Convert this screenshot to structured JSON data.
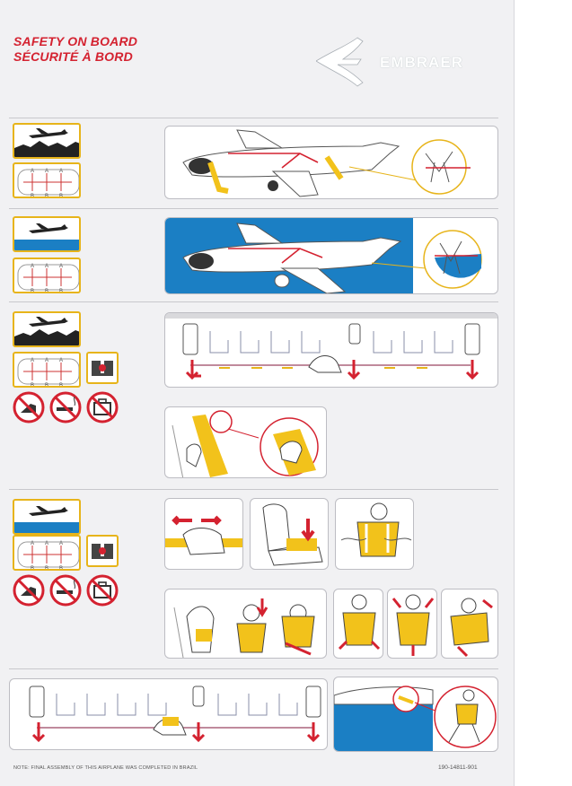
{
  "header": {
    "title_en": "SAFETY ON BOARD",
    "title_fr": "SÉCURITÉ À BORD",
    "brand": "EMBRAER"
  },
  "exit_row_labels": [
    "A",
    "B",
    "A",
    "B",
    "A",
    "B",
    "A",
    "B"
  ],
  "icons": {
    "takeoff_land": "airplane-landing-on-land-icon",
    "water_landing": "airplane-landing-on-water-icon",
    "seat_map": "seat-map-exits-icon",
    "brace_small": "brace-position-icon",
    "no_high_heels": "no-high-heels-icon",
    "no_smoking": "no-smoking-icon",
    "no_baggage": "no-baggage-icon"
  },
  "colors": {
    "accent_red": "#d42230",
    "safety_yellow": "#f2c21b",
    "water_blue": "#1b7fc4",
    "card_background": "#f1f1f3"
  },
  "footer": {
    "note": "NOTE: FINAL ASSEMBLY OF THIS AIRPLANE WAS COMPLETED IN BRAZIL",
    "document_number": "190-14811-901"
  }
}
